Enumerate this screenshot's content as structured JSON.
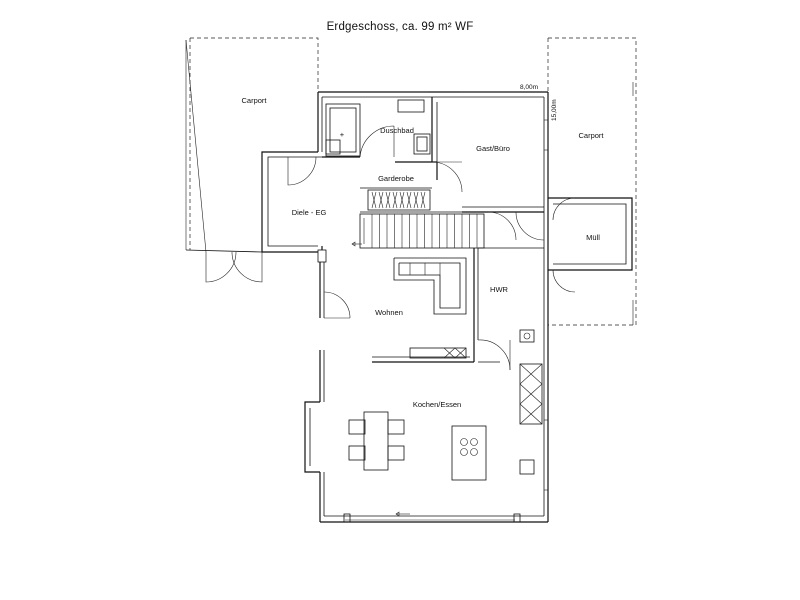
{
  "title": "Erdgeschoss, ca. 99 m² WF",
  "dimensions": {
    "width": "8,00m",
    "depth": "15,00m"
  },
  "rooms": {
    "carport_left": "Carport",
    "carport_right": "Carport",
    "duschbad": "Duschbad",
    "gast_buero": "Gast/Büro",
    "garderobe": "Garderobe",
    "diele": "Diele - EG",
    "muell": "Müll",
    "hwr": "HWR",
    "wohnen": "Wohnen",
    "kochen_essen": "Kochen/Essen"
  }
}
